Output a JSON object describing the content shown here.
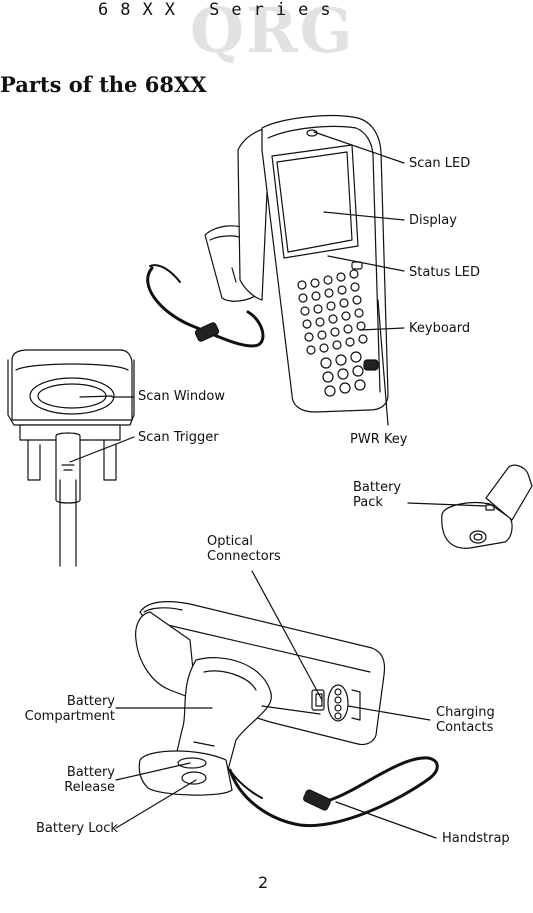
{
  "header": {
    "watermark": "QRG",
    "series": "68XX Series"
  },
  "page_title": "Parts of the 68XX",
  "labels": {
    "scan_led": "Scan LED",
    "display": "Display",
    "status_led": "Status LED",
    "keyboard": "Keyboard",
    "pwr_key": "PWR Key",
    "scan_window": "Scan Window",
    "scan_trigger": "Scan Trigger",
    "battery_pack_1": "Battery",
    "battery_pack_2": "Pack",
    "optical_1": "Optical",
    "optical_2": "Connectors",
    "battery_comp_1": "Battery",
    "battery_comp_2": "Compartment",
    "battery_release_1": "Battery",
    "battery_release_2": "Release",
    "battery_lock": "Battery Lock",
    "charging_1": "Charging",
    "charging_2": "Contacts",
    "handstrap": "Handstrap"
  },
  "page_number": "2"
}
